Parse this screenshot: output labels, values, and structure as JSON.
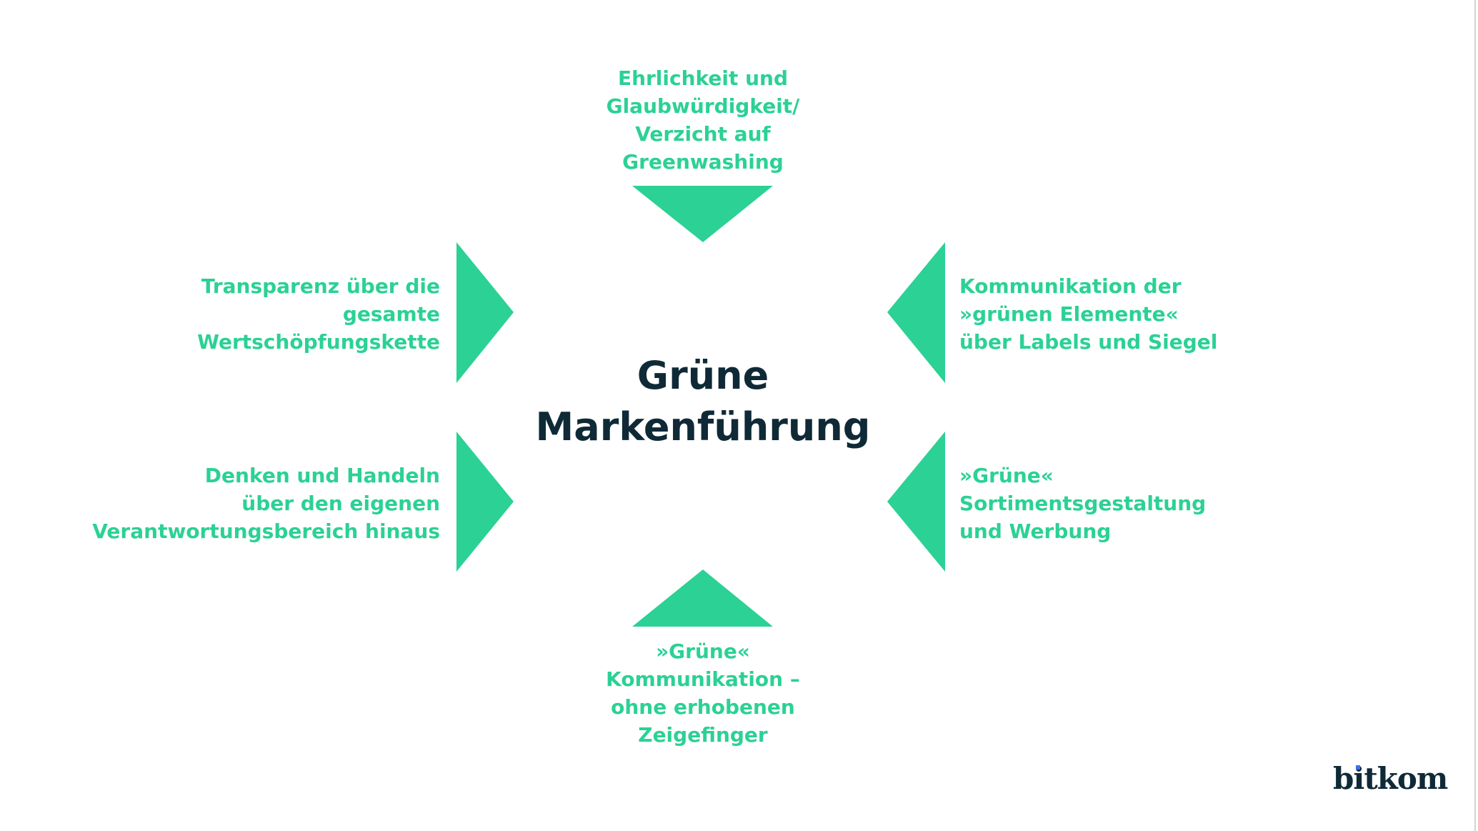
{
  "title": [
    "Grüne",
    "Markenführung"
  ],
  "colors": {
    "accent": "#2bd195",
    "title": "#0f2a36",
    "logo_dot": "#3d6ff5"
  },
  "items": {
    "top": [
      "Ehrlichkeit und",
      "Glaubwürdigkeit/",
      "Verzicht auf",
      "Greenwashing"
    ],
    "left_upper": [
      "Transparenz über die",
      "gesamte",
      "Wertschöpfungskette"
    ],
    "left_lower": [
      "Denken und Handeln",
      "über den eigenen",
      "Verantwortungsbereich hinaus"
    ],
    "right_upper": [
      "Kommunikation der",
      "»grünen Elemente«",
      "über Labels und Siegel"
    ],
    "right_lower": [
      "»Grüne«",
      "Sortimentsgestaltung",
      "und Werbung"
    ],
    "bottom": [
      "»Grüne«",
      "Kommunikation –",
      "ohne erhobenen",
      "Zeigefinger"
    ]
  },
  "logo": "bitkom"
}
